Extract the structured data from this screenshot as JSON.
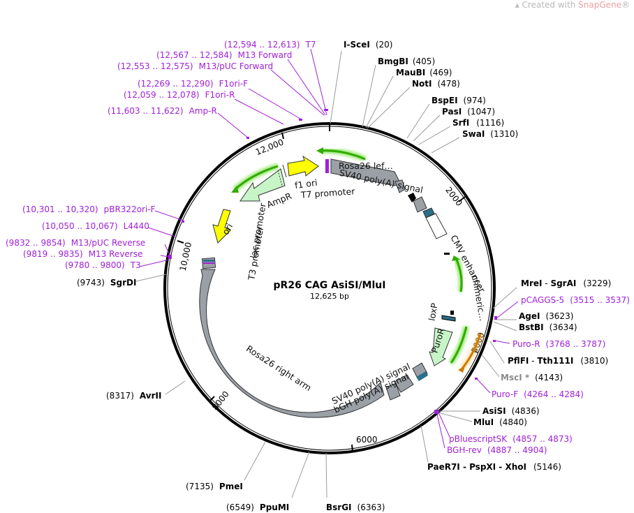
{
  "watermark": {
    "prefix": "Created with ",
    "brand": "SnapGene",
    "reg": "®"
  },
  "plasmid": {
    "name": "pR26 CAG AsiSI/MluI",
    "size": "12,625 bp"
  },
  "ticks": [
    "2000",
    "4000",
    "6000",
    "8000",
    "10,000",
    "12,000"
  ],
  "features": {
    "rosa26_left": "Rosa26 lef…",
    "sv40_top": "SV40 poly(A) signal",
    "cmv": "CMV enhancer",
    "chimeric": "chimeric…",
    "loxp": "loxP",
    "puror": "PuroR",
    "sv40_bottom": "SV40 poly(A) signal",
    "bgh": "bGH poly(A) signal",
    "rosa26_right": "Rosa26 right arm",
    "t3": "T3 promoter",
    "lac": "lac promoter",
    "ori": "ori",
    "ampr": "AmpR",
    "f1": "f1 ori",
    "t7": "T7 promoter"
  },
  "sites": {
    "isce": {
      "name": "I-SceI",
      "pos": "(20)"
    },
    "bmgbi": {
      "name": "BmgBI",
      "pos": "(405)"
    },
    "maubi": {
      "name": "MauBI",
      "pos": "(469)"
    },
    "noti": {
      "name": "NotI",
      "pos": "(478)"
    },
    "bspei": {
      "name": "BspEI",
      "pos": "(974)"
    },
    "pasi": {
      "name": "PasI",
      "pos": "(1047)"
    },
    "srfi": {
      "name": "SrfI",
      "pos": "(1116)"
    },
    "swai": {
      "name": "SwaI",
      "pos": "(1310)"
    },
    "mrei": {
      "name": "MreI",
      "sep": " - ",
      "name2": "SgrAI",
      "pos": "(3229)"
    },
    "agei": {
      "name": "AgeI",
      "pos": "(3623)"
    },
    "bstbi": {
      "name": "BstBI",
      "pos": "(3634)"
    },
    "pflfi": {
      "name": "PflFI",
      "sep": " - ",
      "name2": "Tth111I",
      "pos": "(3810)"
    },
    "msci": {
      "name": "MscI *",
      "pos": "(4143)"
    },
    "asisi": {
      "name": "AsiSI",
      "pos": "(4836)"
    },
    "mlui": {
      "name": "MluI",
      "pos": "(4840)"
    },
    "paer7i": {
      "name": "PaeR7I - PspXI - XhoI",
      "pos": "(5146)"
    },
    "bsrgi": {
      "name": "BsrGI",
      "pos": "(6363)"
    },
    "ppumi": {
      "name": "PpuMI",
      "pos": "(6549)"
    },
    "pmei": {
      "name": "PmeI",
      "pos": "(7135)"
    },
    "avrii": {
      "name": "AvrII",
      "pos": "(8317)"
    },
    "sgrdi": {
      "name": "SgrDI",
      "pos": "(9743)"
    }
  },
  "primers": {
    "t7": {
      "range": "(12,594 .. 12,613)",
      "name": "T7"
    },
    "m13f": {
      "range": "(12,567 .. 12,584)",
      "name": "M13 Forward"
    },
    "m13puc_f": {
      "range": "(12,553 .. 12,575)",
      "name": "M13/pUC Forward"
    },
    "f1orif": {
      "range": "(12,269 .. 12,290)",
      "name": "F1ori-F"
    },
    "f1orir": {
      "range": "(12,059 .. 12,078)",
      "name": "F1ori-R"
    },
    "ampr": {
      "range": "(11,603 .. 11,622)",
      "name": "Amp-R"
    },
    "pbr322": {
      "range": "(10,301 .. 10,320)",
      "name": "pBR322ori-F"
    },
    "l4440": {
      "range": "(10,050 .. 10,067)",
      "name": "L4440"
    },
    "m13puc_r": {
      "range": "(9832 .. 9854)",
      "name": "M13/pUC Reverse"
    },
    "m13r": {
      "range": "(9819 .. 9835)",
      "name": "M13 Reverse"
    },
    "t3": {
      "range": "(9780 .. 9800)",
      "name": "T3"
    },
    "pcaggs5": {
      "name": "pCAGGS-5",
      "range": "(3515 .. 3537)"
    },
    "puror": {
      "name": "Puro-R",
      "range": "(3768 .. 3787)"
    },
    "purof": {
      "name": "Puro-F",
      "range": "(4264 .. 4284)"
    },
    "pbluescript": {
      "name": "pBluescriptSK",
      "range": "(4857 .. 4873)"
    },
    "bghrev": {
      "name": "BGH-rev",
      "range": "(4887 .. 4904)"
    }
  },
  "colors": {
    "purple": "#a020d8",
    "gray_feature": "#9aa0a6",
    "yellow": "#ffff00",
    "pale_green": "#c8f5c8",
    "arrow_green": "#33aa00",
    "orange": "#cc7a00",
    "teal": "#2a6f8a"
  }
}
